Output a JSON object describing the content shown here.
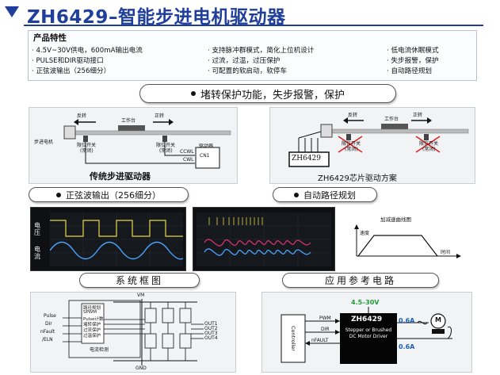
{
  "header": {
    "title": "ZH6429–智能步进电机驱动器"
  },
  "features": {
    "title": "产品特性",
    "col1": [
      "· 4.5V~30V供电，600mA输出电流",
      "· PULSE和DIR驱动接口",
      "· 正弦波输出（256细分）"
    ],
    "col2": [
      "· 支持脉冲群模式，简化上位机设计",
      "· 过流，过温，过压保护",
      "· 可配置的软启动，软停车"
    ],
    "col3": [
      "· 低电流休眠模式",
      "· 失步报警，保护",
      "· 自动路径规划"
    ]
  },
  "pills": {
    "stall": "堵转保护功能，失步报警，保护",
    "sine": "正弦波输出（256细分）",
    "path": "自动路径规划",
    "system": "系统框图",
    "app": "应用参考电路"
  },
  "trad": {
    "caption": "传统步进驱动器",
    "reverse": "反转",
    "forward": "正转",
    "table": "工作台",
    "motor": "步进电机",
    "limit_left": "限位开关",
    "limit_left_sub": "(常闭)",
    "limit_right": "限位开关",
    "limit_right_sub": "(常闭)",
    "driver": "驱动器",
    "ccwl": "CCWL",
    "cwl": "CWL",
    "cn1": "CN1"
  },
  "zh": {
    "caption": "ZH6429芯片驱动方案",
    "reverse": "反转",
    "forward": "正转",
    "table": "工作台",
    "chip": "ZH6429",
    "limit_left": "限位开关",
    "limit_left_sub": "(常闭)",
    "limit_right": "限位开关",
    "limit_right_sub": "(常闭)"
  },
  "scope1": {
    "v_label": "电压",
    "i_label": "电流"
  },
  "scope2": {
    "speed_title": "加减速曲线图",
    "speed_label": "速度",
    "time_label": "时间"
  },
  "block": {
    "vm": "VM",
    "gnd": "GND",
    "sense": "电流检测",
    "inputs": [
      "Pulse",
      "Dir",
      "nFault",
      "/ELN"
    ],
    "logic": [
      "路径规划",
      "SPWM",
      "Pulse计数",
      "堵转保护",
      "过流保护",
      "过温保护"
    ],
    "outs": [
      "OUT1",
      "OUT2",
      "OUT3",
      "OUT4"
    ]
  },
  "app": {
    "voltage": "4.5–30V",
    "chip": "ZH6429",
    "chip_desc": "Stepper or Brushed DC Motor Driver",
    "controller": "Controller",
    "pwm": "PWM",
    "dir": "DIR",
    "nfault": "nFAULT",
    "i1": "0.6A",
    "i2": "0.6A",
    "motor": "M"
  }
}
